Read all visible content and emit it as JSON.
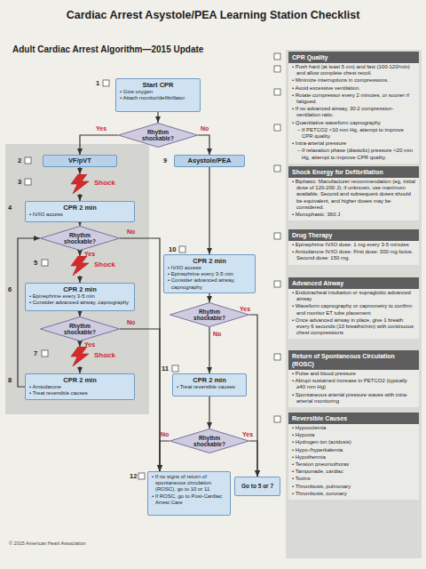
{
  "diagram": {
    "title": "Cardiac Arrest Asystole/PEA Learning Station Checklist",
    "nodes": [
      {
        "text": [
          "Start CPR",
          "• Give oxygen",
          "• Attach monitor/defibrillator"
        ]
      },
      {
        "text": [
          "Rhythm shockable?"
        ]
      },
      {
        "text": [
          "VF/pVT"
        ]
      },
      {
        "text": [
          "Shock"
        ]
      },
      {
        "text": [
          "CPR 2 min",
          "• IV/IO access"
        ]
      },
      {
        "text": [
          "Rhythm shockable?"
        ]
      },
      {
        "text": [
          "Shock"
        ]
      },
      {
        "text": [
          "CPR 2 min",
          "• Epinephrine every 3-5 min",
          "• Consider advanced airway, capnography"
        ]
      },
      {
        "text": [
          "Rhythm shockable?"
        ]
      },
      {
        "text": [
          "Shock"
        ]
      },
      {
        "text": [
          "CPR 2 min",
          "• Amiodarone",
          "• Treat reversible causes"
        ]
      },
      {
        "text": [
          "Asystole/PEA"
        ]
      },
      {
        "text": [
          "CPR 2 min",
          "• IV/IO access",
          "• Epinephrine every 3-5 min",
          "• Consider advanced airway, capnography"
        ]
      },
      {
        "text": [
          "Rhythm shockable?"
        ]
      },
      {
        "text": [
          "CPR 2 min",
          "• Treat reversible causes"
        ]
      },
      {
        "text": [
          "Rhythm shockable?"
        ]
      },
      {
        "text": [
          "• If no signs of return of spontaneous circulation (ROSC), go to 10 or 11",
          "• If ROSC, go to Post-Cardiac Arrest Care"
        ]
      },
      {
        "text": [
          "Go to 5 or 7"
        ]
      },
      {
        "text": [
          "CPR Quality",
          "• Push hard (at least 5 cm) and fast (100-120/min) and allow complete chest recoil.",
          "• Minimize interruptions in compressions.",
          "• Avoid excessive ventilation.",
          "• Rotate compressor every 2 minutes, or sooner if fatigued.",
          "• If no advanced airway, 30:2 compression-ventilation ratio.",
          "• Quantitative waveform capnography",
          "– If PETCO2 <10 mm Hg, attempt to improve CPR quality.",
          "• Intra-arterial pressure",
          "– If relaxation phase (diastolic) pressure <20 mm Hg, attempt to improve CPR quality."
        ]
      },
      {
        "text": [
          "Shock Energy for Defibrillation",
          "• Biphasic: Manufacturer recommendation (eg, initial dose of 120-200 J); if unknown, use maximum available. Second and subsequent doses should be equivalent, and higher doses may be considered.",
          "• Monophasic: 360 J"
        ]
      },
      {
        "text": [
          "Drug Therapy",
          "• Epinephrine IV/IO dose: 1 mg every 3-5 minutes",
          "• Amiodarone IV/IO dose: First dose: 300 mg bolus. Second dose: 150 mg."
        ]
      },
      {
        "text": [
          "Advanced Airway",
          "• Endotracheal intubation or supraglottic advanced airway",
          "• Waveform capnography or capnometry to confirm and monitor ET tube placement",
          "• Once advanced airway in place, give 1 breath every 6 seconds (10 breaths/min) with continuous chest compressions"
        ]
      },
      {
        "text": [
          "Return of Spontaneous Circulation (ROSC)",
          "• Pulse and blood pressure",
          "• Abrupt sustained increase in PETCO2 (typically ≥40 mm Hg)",
          "• Spontaneous arterial pressure waves with intra-arterial monitoring"
        ]
      },
      {
        "text": [
          "Reversible Causes",
          "• Hypovolemia",
          "• Hypoxia",
          "• Hydrogen ion (acidosis)",
          "• Hypo-/hyperkalemia",
          "• Hypothermia",
          "• Tension pneumothorax",
          "• Tamponade, cardiac",
          "• Toxins",
          "• Thrombosis, pulmonary",
          "• Thrombosis, coronary"
        ]
      }
    ],
    "edges": [
      {
        "from": 0,
        "to": 1,
        "arrow": "to"
      },
      {
        "from": 1,
        "to": 2,
        "label": "Yes",
        "arrow": "to"
      },
      {
        "from": 1,
        "to": 11,
        "label": "No",
        "arrow": "to"
      },
      {
        "from": 2,
        "to": 3,
        "arrow": "to"
      },
      {
        "from": 3,
        "to": 4,
        "arrow": "to"
      },
      {
        "from": 4,
        "to": 5,
        "arrow": "to"
      },
      {
        "from": 5,
        "to": 6,
        "label": "Yes",
        "arrow": "to"
      },
      {
        "from": 5,
        "to": 16,
        "label": "No",
        "arrow": "to"
      },
      {
        "from": 6,
        "to": 7,
        "arrow": "to"
      },
      {
        "from": 7,
        "to": 8,
        "arrow": "to"
      },
      {
        "from": 8,
        "to": 9,
        "label": "Yes",
        "arrow": "to"
      },
      {
        "from": 8,
        "to": 16,
        "label": "No",
        "arrow": "to"
      },
      {
        "from": 9,
        "to": 10,
        "arrow": "to"
      },
      {
        "from": 10,
        "to": 5,
        "arrow": "to"
      },
      {
        "from": 11,
        "to": 12,
        "arrow": "to"
      },
      {
        "from": 12,
        "to": 13,
        "arrow": "to"
      },
      {
        "from": 13,
        "to": 17,
        "label": "Yes",
        "arrow": "to"
      },
      {
        "from": 13,
        "to": 14,
        "label": "No",
        "arrow": "to"
      },
      {
        "from": 14,
        "to": 15,
        "arrow": "to"
      },
      {
        "from": 15,
        "to": 16,
        "label": "No",
        "arrow": "to"
      },
      {
        "from": 15,
        "to": 17,
        "label": "Yes",
        "arrow": "to"
      }
    ],
    "labels": [
      "Adult Cardiac Arrest Algorithm—2015 Update",
      "1",
      "2",
      "3",
      "4",
      "5",
      "6",
      "7",
      "8",
      "9",
      "10",
      "11",
      "12",
      "© 2015 American Heart Association"
    ]
  }
}
